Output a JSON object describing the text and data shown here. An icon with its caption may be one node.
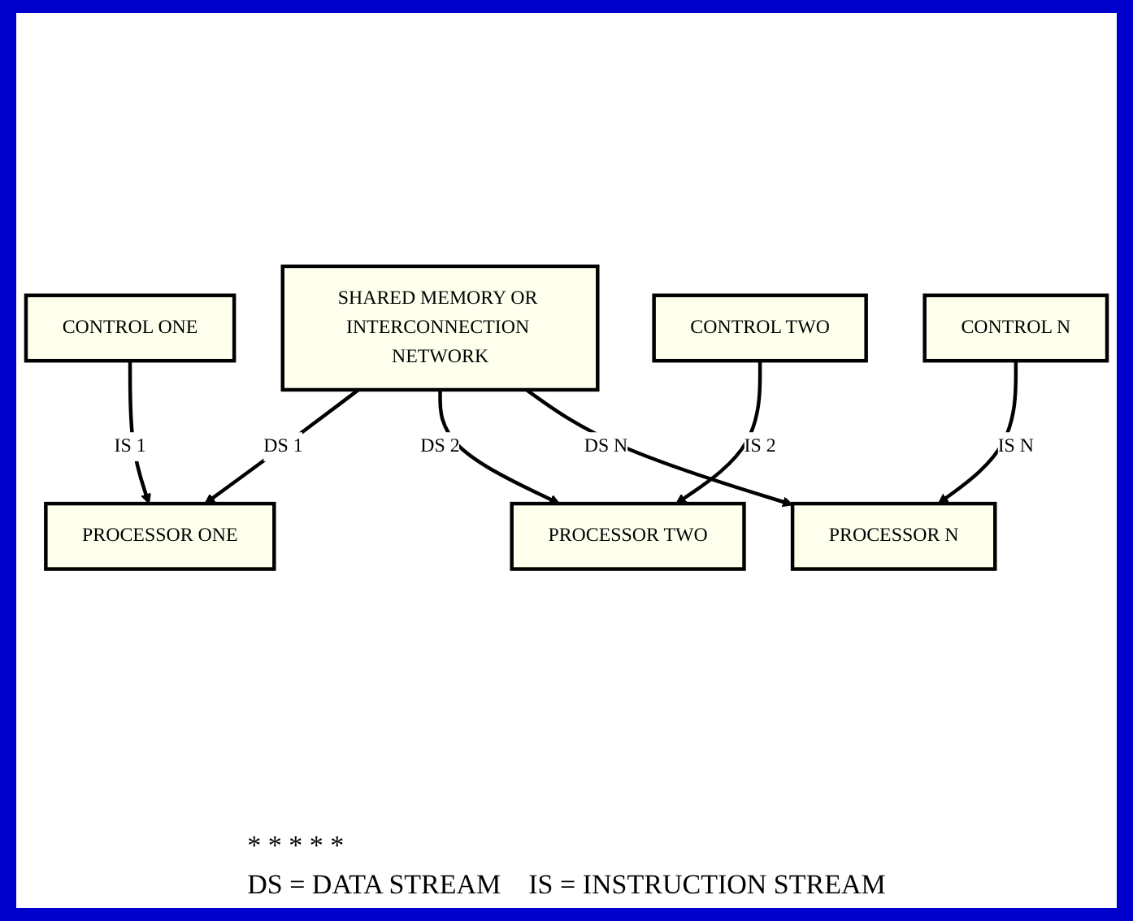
{
  "diagram": {
    "nodes": [
      {
        "text": [
          "SHARED MEMORY OR INTERCONNECTION NETWORK"
        ]
      },
      {
        "text": [
          "PROCESSOR ONE"
        ]
      },
      {
        "text": [
          "PROCESSOR TWO"
        ]
      },
      {
        "text": [
          "PROCESSOR N"
        ]
      },
      {
        "text": [
          "CONTROL ONE"
        ]
      },
      {
        "text": [
          "CONTROL TWO"
        ]
      },
      {
        "text": [
          "CONTROL N"
        ]
      }
    ],
    "edges": [
      {
        "from": 0,
        "to": 1,
        "arrow": "to",
        "label": "DS 1"
      },
      {
        "from": 0,
        "to": 2,
        "arrow": "to",
        "label": "DS 2"
      },
      {
        "from": 0,
        "to": 3,
        "arrow": "to",
        "label": "DS N"
      },
      {
        "from": 4,
        "to": 1,
        "arrow": "to",
        "label": "IS 1"
      },
      {
        "from": 5,
        "to": 2,
        "arrow": "to",
        "label": "IS 2"
      },
      {
        "from": 6,
        "to": 3,
        "arrow": "to",
        "label": "IS N"
      }
    ],
    "labels": [
      "* * * * *",
      "DS = DATA STREAM    IS = INSTRUCTION STREAM"
    ]
  }
}
